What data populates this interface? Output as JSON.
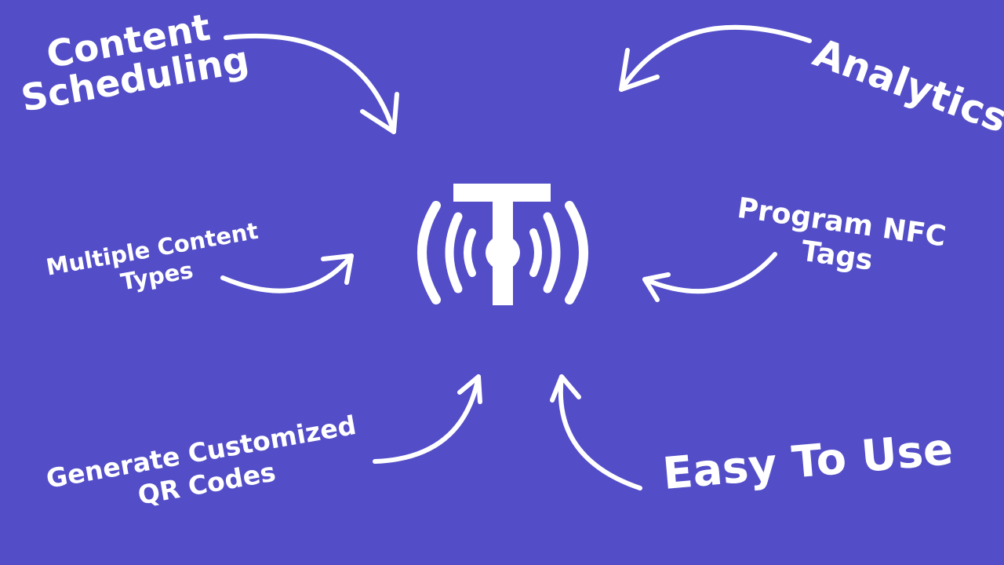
{
  "background_color": "#534ec8",
  "foreground_color": "#ffffff",
  "logo": {
    "icon": "nfc-signal-t-icon"
  },
  "features": {
    "content_scheduling": {
      "line1": "Content",
      "line2": "Scheduling"
    },
    "analytics": {
      "line1": "Analytics"
    },
    "multiple_content_types": {
      "line1": "Multiple Content",
      "line2": "Types"
    },
    "program_nfc_tags": {
      "line1": "Program NFC",
      "line2": "Tags"
    },
    "generate_qr_codes": {
      "line1": "Generate Customized",
      "line2": "QR Codes"
    },
    "easy_to_use": {
      "line1": "Easy To Use"
    }
  },
  "arrows": [
    {
      "from": "Content Scheduling",
      "icon": "curved-arrow-icon"
    },
    {
      "from": "Analytics",
      "icon": "curved-arrow-icon"
    },
    {
      "from": "Multiple Content Types",
      "icon": "curved-arrow-icon"
    },
    {
      "from": "Program NFC Tags",
      "icon": "curved-arrow-icon"
    },
    {
      "from": "Generate Customized QR Codes",
      "icon": "curved-arrow-icon"
    },
    {
      "from": "Easy To Use",
      "icon": "curved-arrow-icon"
    }
  ]
}
